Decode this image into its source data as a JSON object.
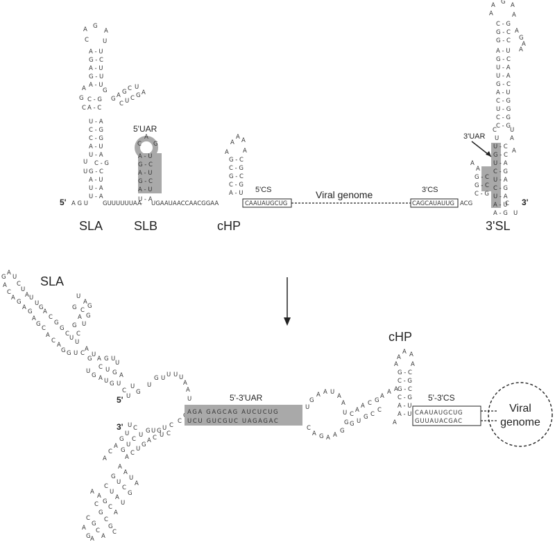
{
  "labels": {
    "sla_top": "SLA",
    "slb": "SLB",
    "chp_top": "cHP",
    "sl3": "3'SL",
    "uar5": "5'UAR",
    "uar3": "3'UAR",
    "cs5": "5'CS",
    "cs3": "3'CS",
    "viral_genome_top": "Viral genome",
    "end5_top": "5'",
    "end3_top": "3'",
    "sla_bottom": "SLA",
    "chp_bottom": "cHP",
    "uar53": "5'-3'UAR",
    "cs53": "5'-3'CS",
    "viral_bottom_1": "Viral",
    "viral_bottom_2": "genome",
    "end5_bottom": "5'",
    "end3_bottom": "3'"
  },
  "sequences": {
    "linear_top": "A G U",
    "linear_mid": "GUUUUUUAA",
    "linear_mid2": "UGAAUAACCAACGGAA",
    "cs5_seq": "CAAUAUGCUG",
    "cs3_seq": "CAGCAUAUUG",
    "after_cs3": "ACG",
    "uar_top": "AGA GAGCAG AUCUCUG",
    "uar_bottom": "UCU GUCGUC UAGAGAC",
    "cs53_top": "CAAUAUGCUG",
    "cs53_bottom": "GUUAUACGAC"
  },
  "colors": {
    "highlight": "#a9a9a9",
    "text": "#222222"
  }
}
